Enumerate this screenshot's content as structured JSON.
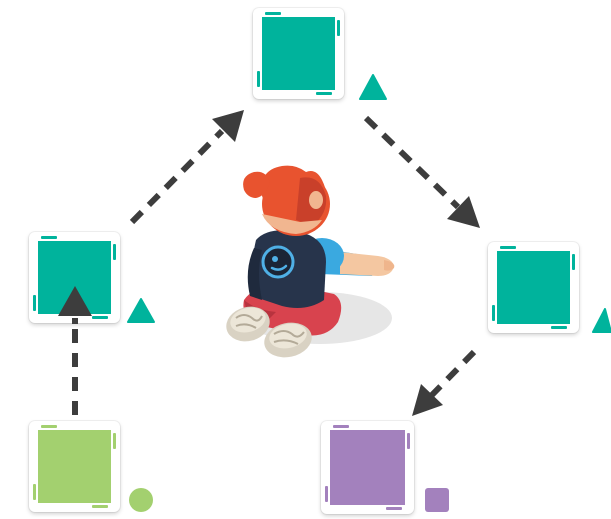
{
  "colors": {
    "teal": "#00b39c",
    "green": "#a3d06f",
    "purple": "#a381bd",
    "arrow": "#3d3d3d",
    "card_bg": "#ffffff"
  },
  "nodes": [
    {
      "id": "top",
      "color": "teal",
      "marker": "triangle"
    },
    {
      "id": "left",
      "color": "teal",
      "marker": "triangle"
    },
    {
      "id": "right",
      "color": "teal",
      "marker": "triangle"
    },
    {
      "id": "bottom-left",
      "color": "green",
      "marker": "circle"
    },
    {
      "id": "bottom-right",
      "color": "purple",
      "marker": "square"
    }
  ],
  "edges": [
    {
      "from": "bottom-left",
      "to": "left"
    },
    {
      "from": "left",
      "to": "top"
    },
    {
      "from": "top",
      "to": "right"
    },
    {
      "from": "right",
      "to": "bottom-right"
    }
  ],
  "character": {
    "icon": "seated-kid-with-red-hair-illustration"
  }
}
